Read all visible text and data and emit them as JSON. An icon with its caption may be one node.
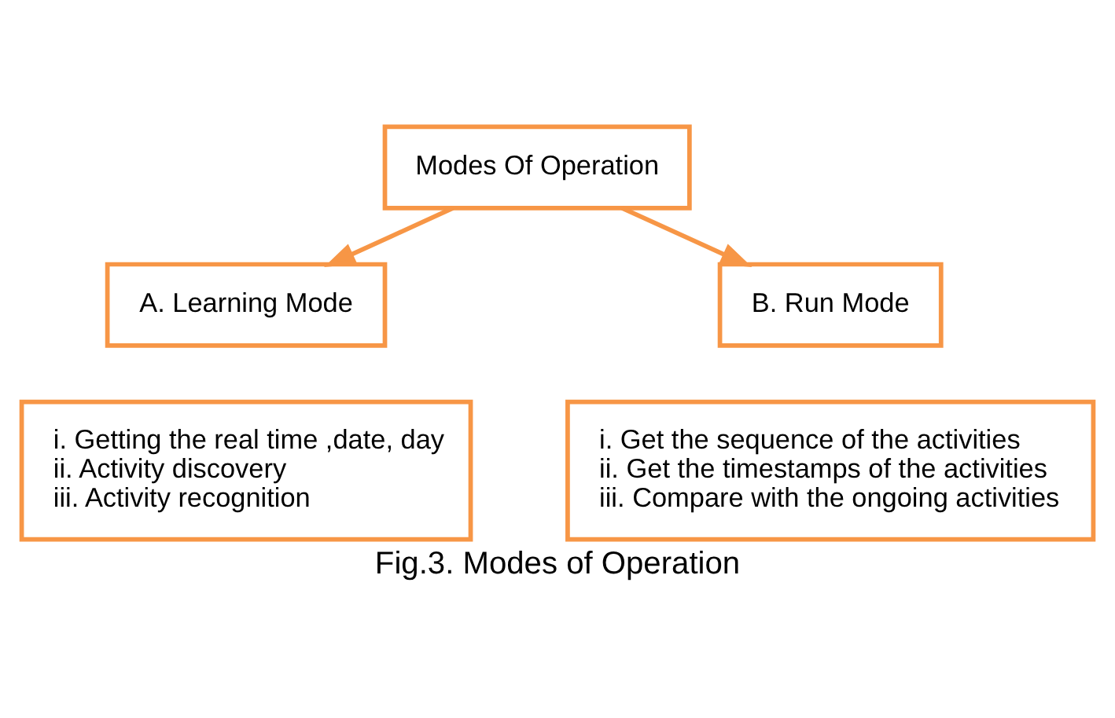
{
  "diagram": {
    "caption": "Fig.3. Modes of Operation",
    "nodes": [
      {
        "text": [
          "Modes Of Operation"
        ]
      },
      {
        "text": [
          "A. Learning Mode"
        ]
      },
      {
        "text": [
          "B. Run Mode"
        ]
      },
      {
        "text": [
          "i. Getting the real time ,date, day",
          "ii. Activity discovery",
          "iii. Activity recognition"
        ]
      },
      {
        "text": [
          "i. Get the sequence of the activities",
          "ii. Get the timestamps of the activities",
          "iii. Compare with the ongoing activities"
        ]
      }
    ],
    "edges": [
      {
        "from": 0,
        "to": 1,
        "arrow": "to"
      },
      {
        "from": 0,
        "to": 2,
        "arrow": "to"
      }
    ]
  }
}
